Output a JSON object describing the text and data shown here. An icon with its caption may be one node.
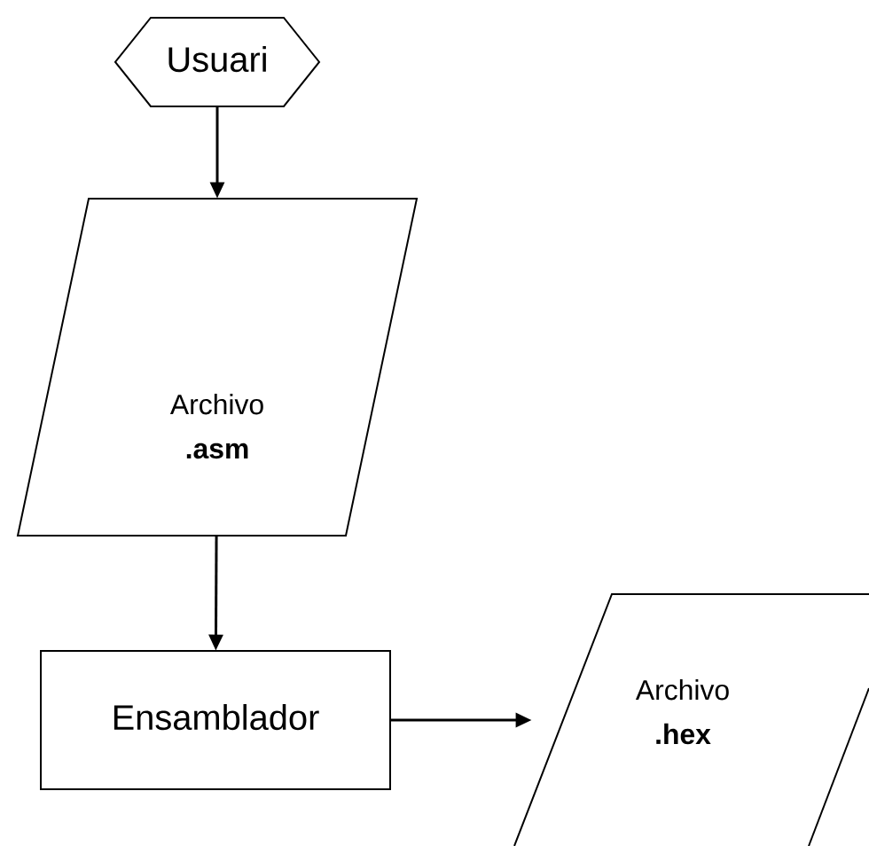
{
  "diagram": {
    "nodes": [
      {
        "text": [
          "Usuari"
        ]
      },
      {
        "text": [
          "Archivo",
          ".asm"
        ]
      },
      {
        "text": [
          "Ensamblador"
        ]
      },
      {
        "text": [
          "Archivo",
          ".hex"
        ]
      }
    ],
    "edges": [
      {
        "from": 0,
        "to": 1,
        "arrow": "to"
      },
      {
        "from": 1,
        "to": 2,
        "arrow": "to"
      },
      {
        "from": 2,
        "to": 3,
        "arrow": "to"
      }
    ]
  }
}
